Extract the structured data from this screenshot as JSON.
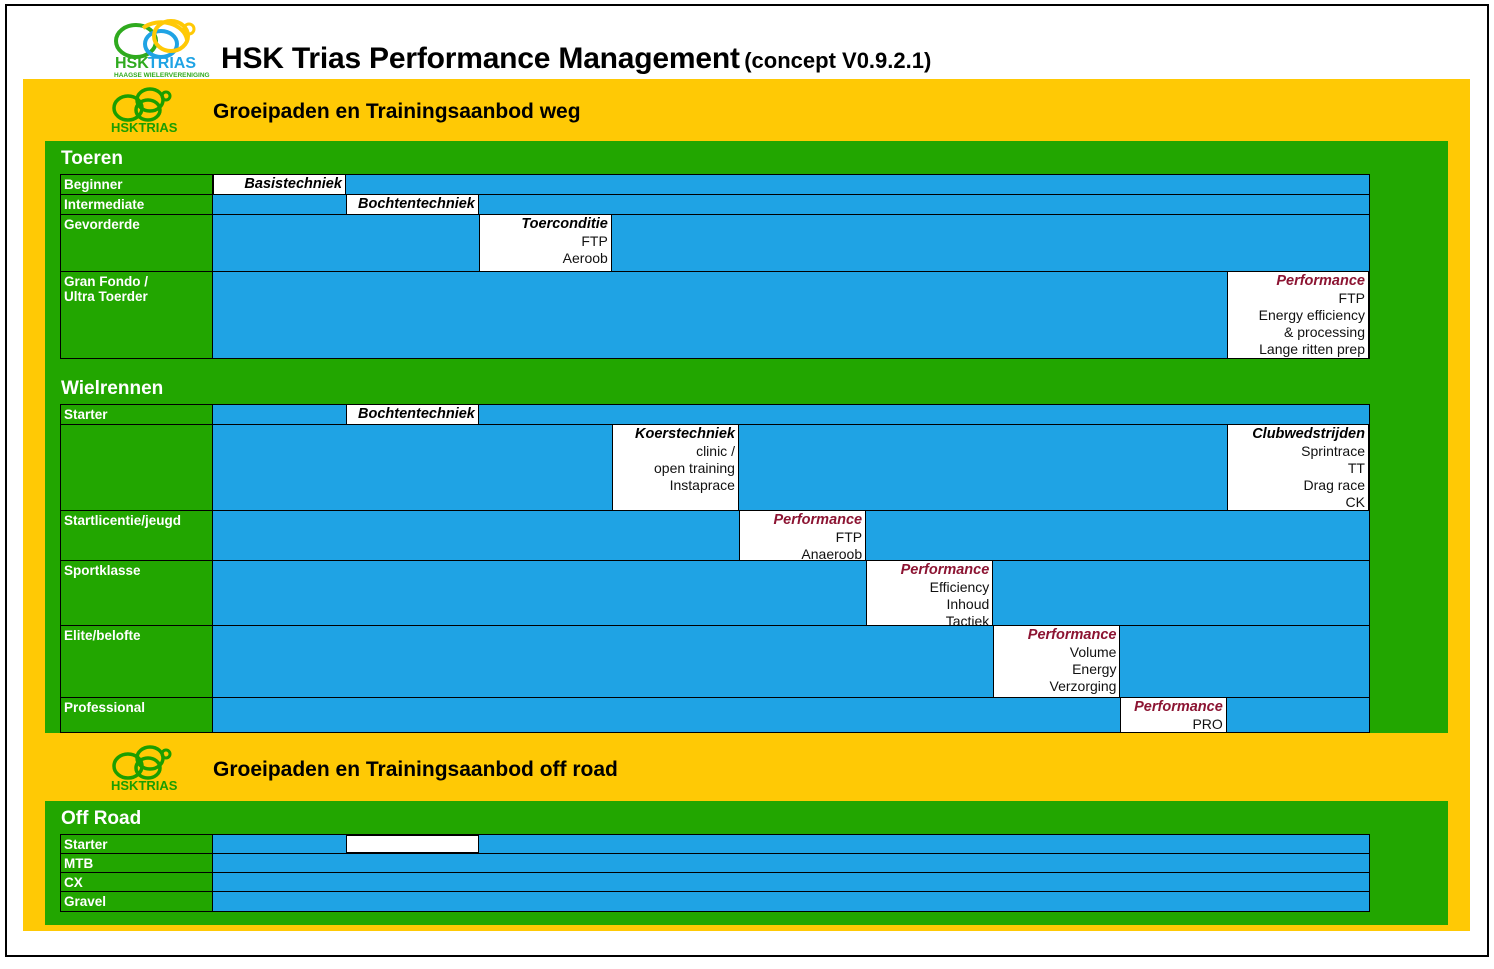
{
  "header": {
    "logo_name": "hsk-trias-logo",
    "logo_text": "HSKTRIAS",
    "logo_subtext": "HAAGSE WIELERVERENIGING",
    "title_main": "HSK Trias Performance Management",
    "title_sub": "(concept V0.9.2.1)"
  },
  "colors": {
    "yellow": "#FFC905",
    "green": "#22A600",
    "blue": "#1FA3E4",
    "performance_red": "#8C1432",
    "white": "#FFFFFF",
    "black": "#000000"
  },
  "bands": [
    {
      "title": "Groeipaden en Trainingsaanbod weg",
      "logo_text": "HSKTRIAS"
    },
    {
      "title": "Groeipaden en Trainingsaanbod off road",
      "logo_text": "HSKTRIAS"
    }
  ],
  "sections": [
    {
      "heading": "Toeren",
      "rows": [
        {
          "label": "Beginner",
          "cards": [
            {
              "title": "Basistechniek",
              "title_style": "plain",
              "lines": [],
              "left_pct": 0.0,
              "width_pct": 11.5
            }
          ]
        },
        {
          "label": "Intermediate",
          "cards": [
            {
              "title": "Bochtentechniek",
              "title_style": "plain",
              "lines": [],
              "left_pct": 11.5,
              "width_pct": 11.5
            }
          ]
        },
        {
          "label": "Gevorderde",
          "cards": [
            {
              "title": "Toerconditie",
              "title_style": "plain",
              "lines": [
                "FTP",
                "Aeroob"
              ],
              "left_pct": 23.0,
              "width_pct": 11.5
            }
          ]
        },
        {
          "label": "Gran Fondo /\nUltra Toerder",
          "cards": [
            {
              "title": "Performance",
              "title_style": "perf",
              "lines": [
                "FTP",
                "Energy efficiency",
                "& processing",
                "Lange ritten prep"
              ],
              "left_pct": 87.7,
              "width_pct": 12.3
            }
          ]
        }
      ]
    },
    {
      "heading": "Wielrennen",
      "rows": [
        {
          "label": "Starter",
          "cards": [
            {
              "title": "Bochtentechniek",
              "title_style": "plain",
              "lines": [],
              "left_pct": 11.5,
              "width_pct": 11.5
            }
          ]
        },
        {
          "label": "",
          "cards": [
            {
              "title": "Koerstechniek",
              "title_style": "plain",
              "lines": [
                "clinic /",
                "open training",
                "Instaprace"
              ],
              "left_pct": 34.5,
              "width_pct": 11.0
            },
            {
              "title": "Clubwedstrijden",
              "title_style": "plain",
              "lines": [
                "Sprintrace",
                "TT",
                "Drag race",
                "CK"
              ],
              "left_pct": 87.7,
              "width_pct": 12.3
            }
          ]
        },
        {
          "label": "Startlicentie/jeugd",
          "cards": [
            {
              "title": "Performance",
              "title_style": "perf",
              "lines": [
                "FTP",
                "Anaeroob"
              ],
              "left_pct": 45.5,
              "width_pct": 11.0
            }
          ]
        },
        {
          "label": "Sportklasse",
          "cards": [
            {
              "title": "Performance",
              "title_style": "perf",
              "lines": [
                "Efficiency",
                "Inhoud",
                "Tactiek"
              ],
              "left_pct": 56.5,
              "width_pct": 11.0
            }
          ]
        },
        {
          "label": "Elite/belofte",
          "cards": [
            {
              "title": "Performance",
              "title_style": "perf",
              "lines": [
                "Volume",
                "Energy",
                "Verzorging"
              ],
              "left_pct": 67.5,
              "width_pct": 11.0
            }
          ]
        },
        {
          "label": "Professional",
          "cards": [
            {
              "title": "Performance",
              "title_style": "perf",
              "lines": [
                "PRO"
              ],
              "left_pct": 78.5,
              "width_pct": 9.2
            }
          ]
        }
      ]
    },
    {
      "heading": "Off Road",
      "rows": [
        {
          "label": "Starter",
          "cards": [
            {
              "title": "",
              "title_style": "plain",
              "lines": [],
              "left_pct": 11.5,
              "width_pct": 11.5
            }
          ]
        },
        {
          "label": "MTB",
          "cards": []
        },
        {
          "label": "CX",
          "cards": []
        },
        {
          "label": "Gravel",
          "cards": []
        }
      ]
    }
  ]
}
